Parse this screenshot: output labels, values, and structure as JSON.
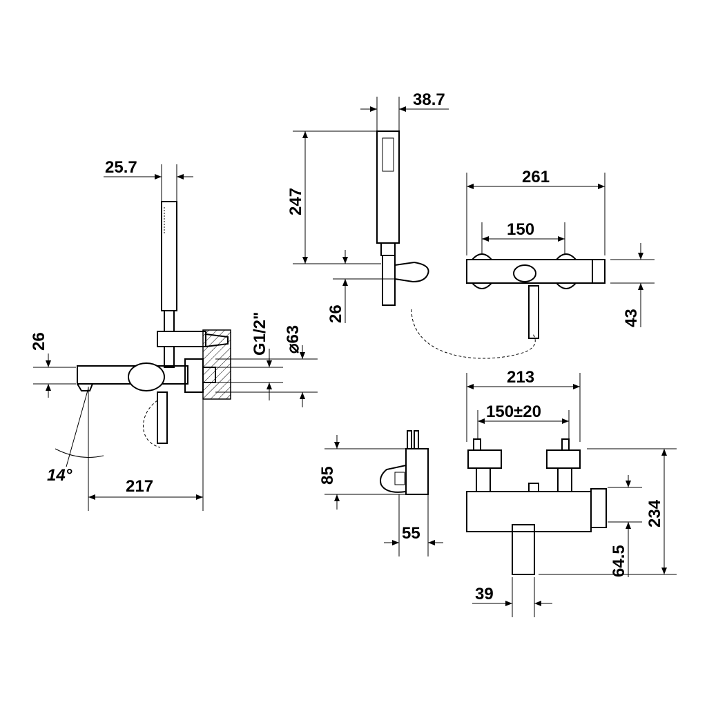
{
  "dimensions": {
    "d_25_7": "25.7",
    "d_38_7": "38.7",
    "d_247": "247",
    "d_26_top": "26",
    "d_26_left": "26",
    "d_261": "261",
    "d_150": "150",
    "d_43": "43",
    "d_g12": "G1/2\"",
    "d_63": "⌀63",
    "d_14": "14°",
    "d_217": "217",
    "d_213": "213",
    "d_150_20": "150±20",
    "d_85": "85",
    "d_55": "55",
    "d_234": "234",
    "d_64_5": "64.5",
    "d_39": "39"
  }
}
